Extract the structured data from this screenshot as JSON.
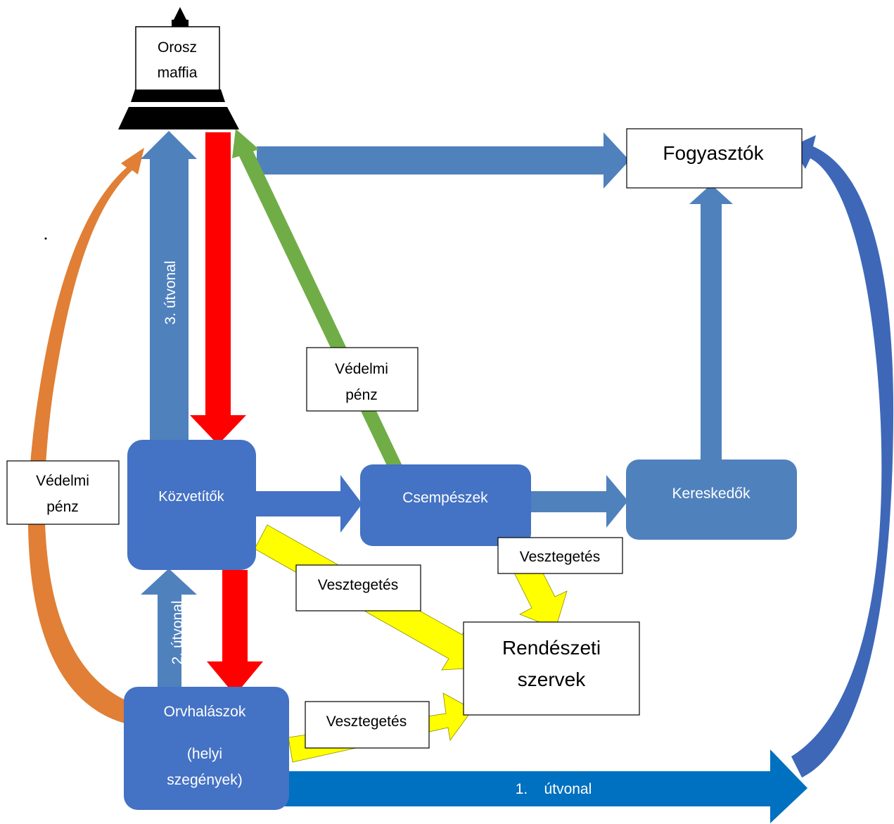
{
  "colors": {
    "node_blue": "#4472C4",
    "node_blue_light": "#4F81BD",
    "arrow_blue": "#4F81BD",
    "route1_blue": "#0070C0",
    "red": "#FF0000",
    "yellow": "#FFFF00",
    "green": "#70AD47",
    "orange": "#F79646",
    "black": "#000000"
  },
  "nodes": {
    "maffia_line1": "Orosz",
    "maffia_line2": "maffia",
    "consumers": "Fogyasztók",
    "intermediaries": "Közvetítők",
    "smugglers": "Csempészek",
    "traders": "Kereskedők",
    "poachers_line1": "Orvhalászok",
    "poachers_line2": "(helyi",
    "poachers_line3": "szegények)",
    "police_line1": "Rendészeti",
    "police_line2": "szervek"
  },
  "labels": {
    "route3": "3. útvonal",
    "route2": "2. útvonal",
    "route1": "1.    útvonal",
    "protection_green_line1": "Védelmi",
    "protection_green_line2": "pénz",
    "protection_orange_line1": "Védelmi",
    "protection_orange_line2": "pénz",
    "bribery_smugglers": "Vesztegetés",
    "bribery_intermediaries": "Vesztegetés",
    "bribery_poachers": "Vesztegetés"
  }
}
